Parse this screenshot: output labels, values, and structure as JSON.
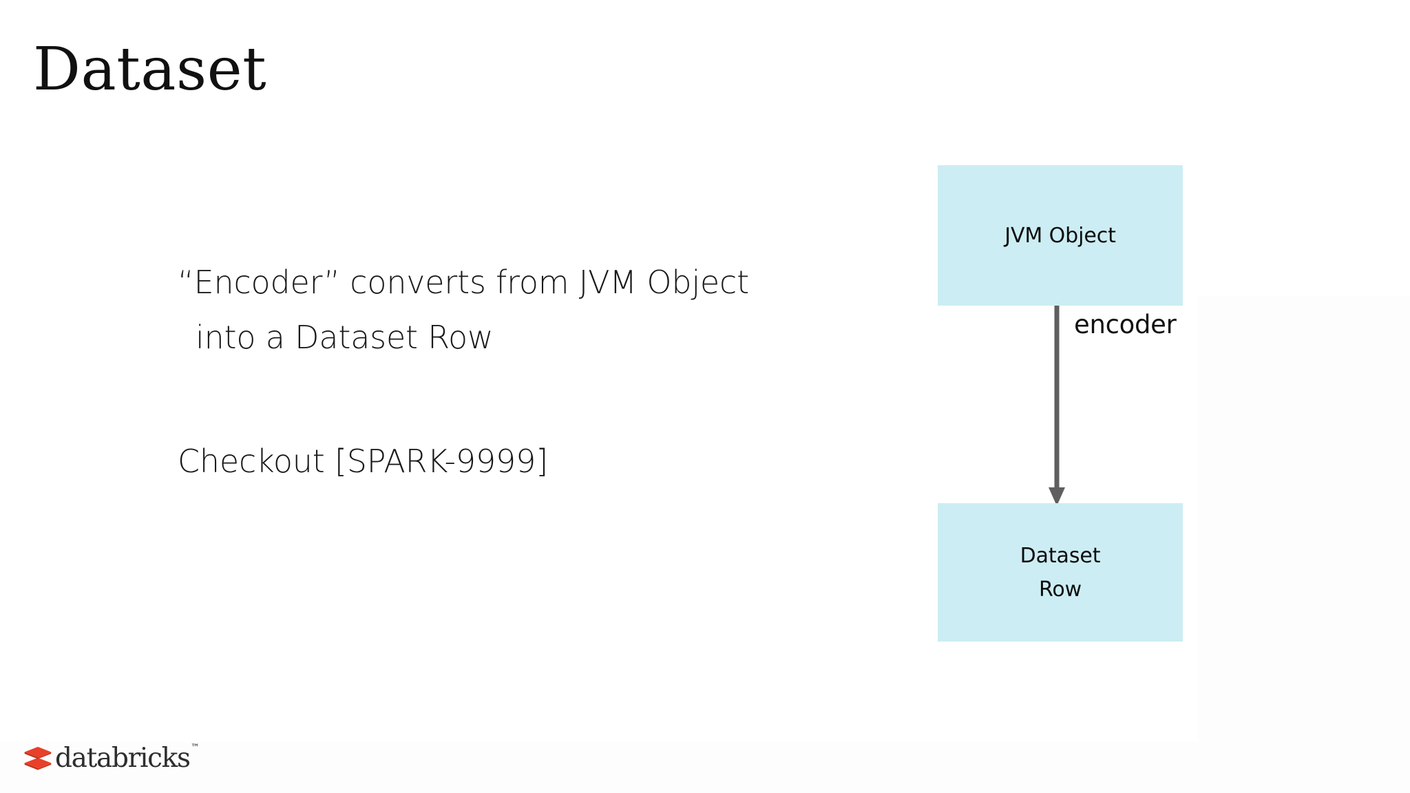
{
  "slide": {
    "title": "Dataset",
    "background_color": "#ffffff"
  },
  "body": {
    "paragraph_1": {
      "line_1": "“Encoder” converts from JVM Object",
      "line_2": "into a Dataset Row"
    },
    "paragraph_2": "Checkout [SPARK-9999]"
  },
  "diagram": {
    "box_fill_color": "#CCEDF3",
    "arrow_color": "#5f5f5f",
    "top_node": {
      "label": "JVM Object"
    },
    "edge": {
      "label": "encoder",
      "direction": "down"
    },
    "bottom_node": {
      "label_line_1": "Dataset",
      "label_line_2": "Row"
    }
  },
  "footer": {
    "logo_text": "databricks",
    "logo_trademark": "™",
    "logo_brick_color": "#E8402A",
    "logo_brick_shadow_color": "#C0301C"
  }
}
